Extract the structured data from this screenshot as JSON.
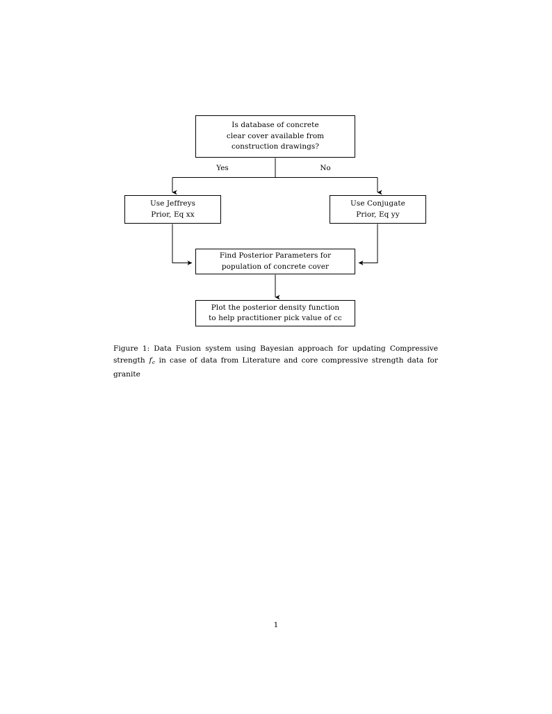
{
  "document": {
    "page_number": "1",
    "background_color": "#ffffff",
    "ink_color": "#000000"
  },
  "figure": {
    "nodes": [
      {
        "id": "decision",
        "name": "decision-box",
        "lines": [
          "Is database of concrete",
          "clear cover available from",
          "construction drawings?"
        ]
      },
      {
        "id": "jeffreys",
        "name": "jeffreys-prior-box",
        "lines": [
          "Use Jeffreys",
          "Prior, Eq xx"
        ]
      },
      {
        "id": "conjugate",
        "name": "conjugate-prior-box",
        "lines": [
          "Use Conjugate",
          "Prior, Eq yy"
        ]
      },
      {
        "id": "posterior",
        "name": "find-posterior-box",
        "lines": [
          "Find Posterior Parameters for",
          "population of concrete cover"
        ]
      },
      {
        "id": "plot",
        "name": "plot-density-box",
        "lines": [
          "Plot the posterior density function",
          "to help practitioner pick value of cc"
        ]
      }
    ],
    "edge_labels": {
      "yes": "Yes",
      "no": "No"
    }
  },
  "caption": {
    "label": "Figure 1:",
    "text_part_1": "Data Fusion system using Bayesian approach for updating Compressive strength",
    "math_symbol": "f",
    "math_subscript": "c",
    "text_part_2": "in case of data from Literature and core compressive strength data for granite",
    "full_text": "Figure 1: Data Fusion system using Bayesian approach for updating Compressive strength f_c in case of data from Literature and core compressive strength data for granite"
  }
}
